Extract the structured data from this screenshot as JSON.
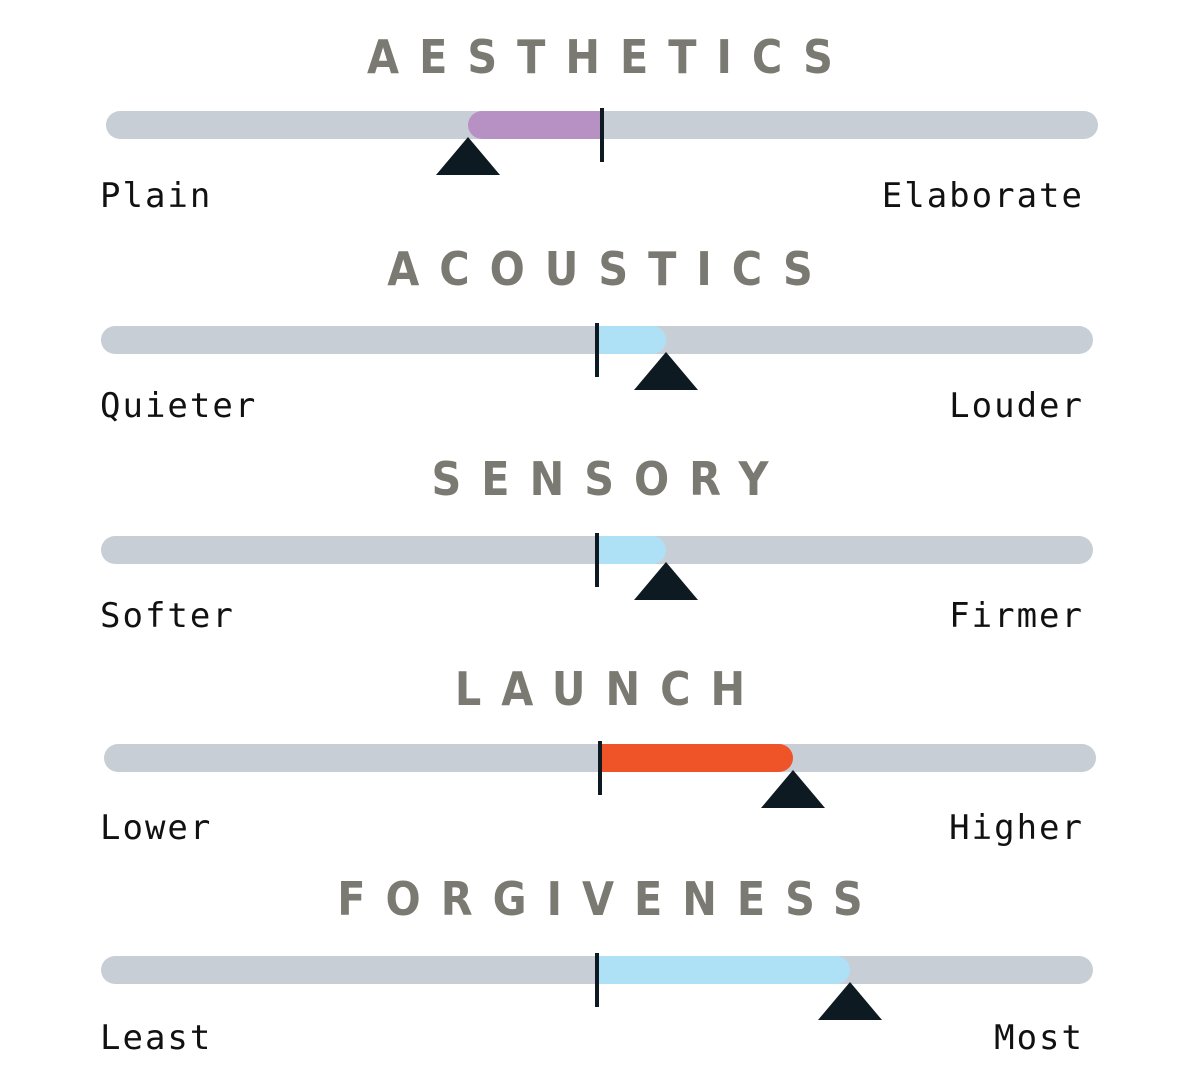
{
  "sliders": [
    {
      "title": "AESTHETICS",
      "low_label": "Plain",
      "high_label": "Elaborate",
      "value": -0.27,
      "color": "#b891c4"
    },
    {
      "title": "ACOUSTICS",
      "low_label": "Quieter",
      "high_label": "Louder",
      "value": 0.14,
      "color": "#aee0f6"
    },
    {
      "title": "SENSORY",
      "low_label": "Softer",
      "high_label": "Firmer",
      "value": 0.14,
      "color": "#aee0f6"
    },
    {
      "title": "LAUNCH",
      "low_label": "Lower",
      "high_label": "Higher",
      "value": 0.39,
      "color": "#ee5427"
    },
    {
      "title": "FORGIVENESS",
      "low_label": "Least",
      "high_label": "Most",
      "value": 0.51,
      "color": "#aee0f6"
    }
  ]
}
